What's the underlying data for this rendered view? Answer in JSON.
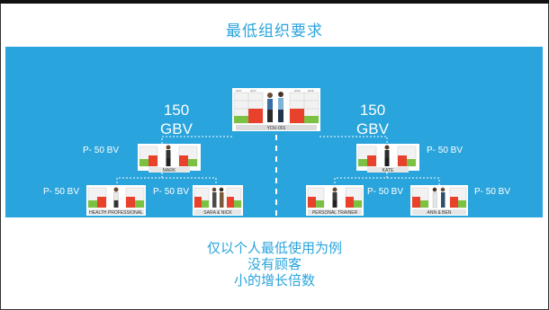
{
  "title": "最低组织要求",
  "root": {
    "label": "YOU-001",
    "mini_labels": [
      "2017",
      "2017",
      "2016",
      "2016"
    ]
  },
  "left_gbv": {
    "value": "150",
    "unit": "GBV"
  },
  "right_gbv": {
    "value": "150",
    "unit": "GBV"
  },
  "level1": [
    {
      "label": "MARK",
      "bv": "P- 50 BV"
    },
    {
      "label": "KATE",
      "bv": "P- 50 BV"
    }
  ],
  "level2": [
    {
      "label": "HEALTH PROFESSIONAL",
      "bv": "P- 50 BV"
    },
    {
      "label": "SARA & NICK",
      "bv": "P- 50 BV"
    },
    {
      "label": "PERSONAL TRAINER",
      "bv": "P- 50 BV"
    },
    {
      "label": "ANN & BEN",
      "bv": "P- 50 BV"
    }
  ],
  "captions": [
    "仅以个人最低使用为例",
    "没有顾客",
    "小的增长倍数"
  ],
  "colors": {
    "panel": "#2aa4dc",
    "green": "#7cc242",
    "red": "#e8412c",
    "text_blue": "#2aa4dc"
  }
}
